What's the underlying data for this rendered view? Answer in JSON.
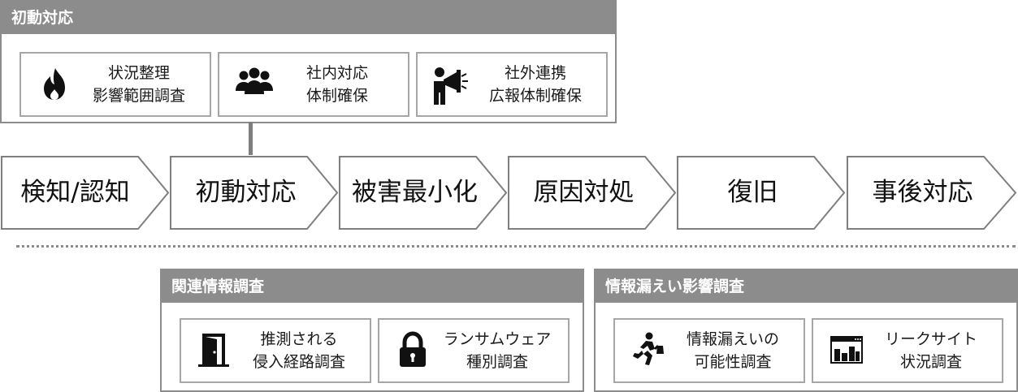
{
  "initial_response": {
    "header": "初動対応",
    "cards": [
      {
        "icon": "flame-icon",
        "line1": "状況整理",
        "line2": "影響範囲調査"
      },
      {
        "icon": "people-icon",
        "line1": "社内対応",
        "line2": "体制確保"
      },
      {
        "icon": "megaphone-icon",
        "line1": "社外連携",
        "line2": "広報体制確保"
      }
    ]
  },
  "process_steps": [
    "検知/認知",
    "初動対応",
    "被害最小化",
    "原因対処",
    "復旧",
    "事後対応"
  ],
  "related_investigation": {
    "header": "関連情報調査",
    "cards": [
      {
        "icon": "door-icon",
        "line1": "推測される",
        "line2": "侵入経路調査"
      },
      {
        "icon": "lock-icon",
        "line1": "ランサムウェア",
        "line2": "種別調査"
      }
    ]
  },
  "leak_investigation": {
    "header": "情報漏えい影響調査",
    "cards": [
      {
        "icon": "runner-icon",
        "line1": "情報漏えいの",
        "line2": "可能性調査"
      },
      {
        "icon": "leak-site-icon",
        "line1": "リークサイト",
        "line2": "状況調査"
      }
    ]
  },
  "colors": {
    "panel_header": "#8c8c8c",
    "card_border": "#a6a6a6",
    "arrow_border": "#7f7f7f"
  }
}
